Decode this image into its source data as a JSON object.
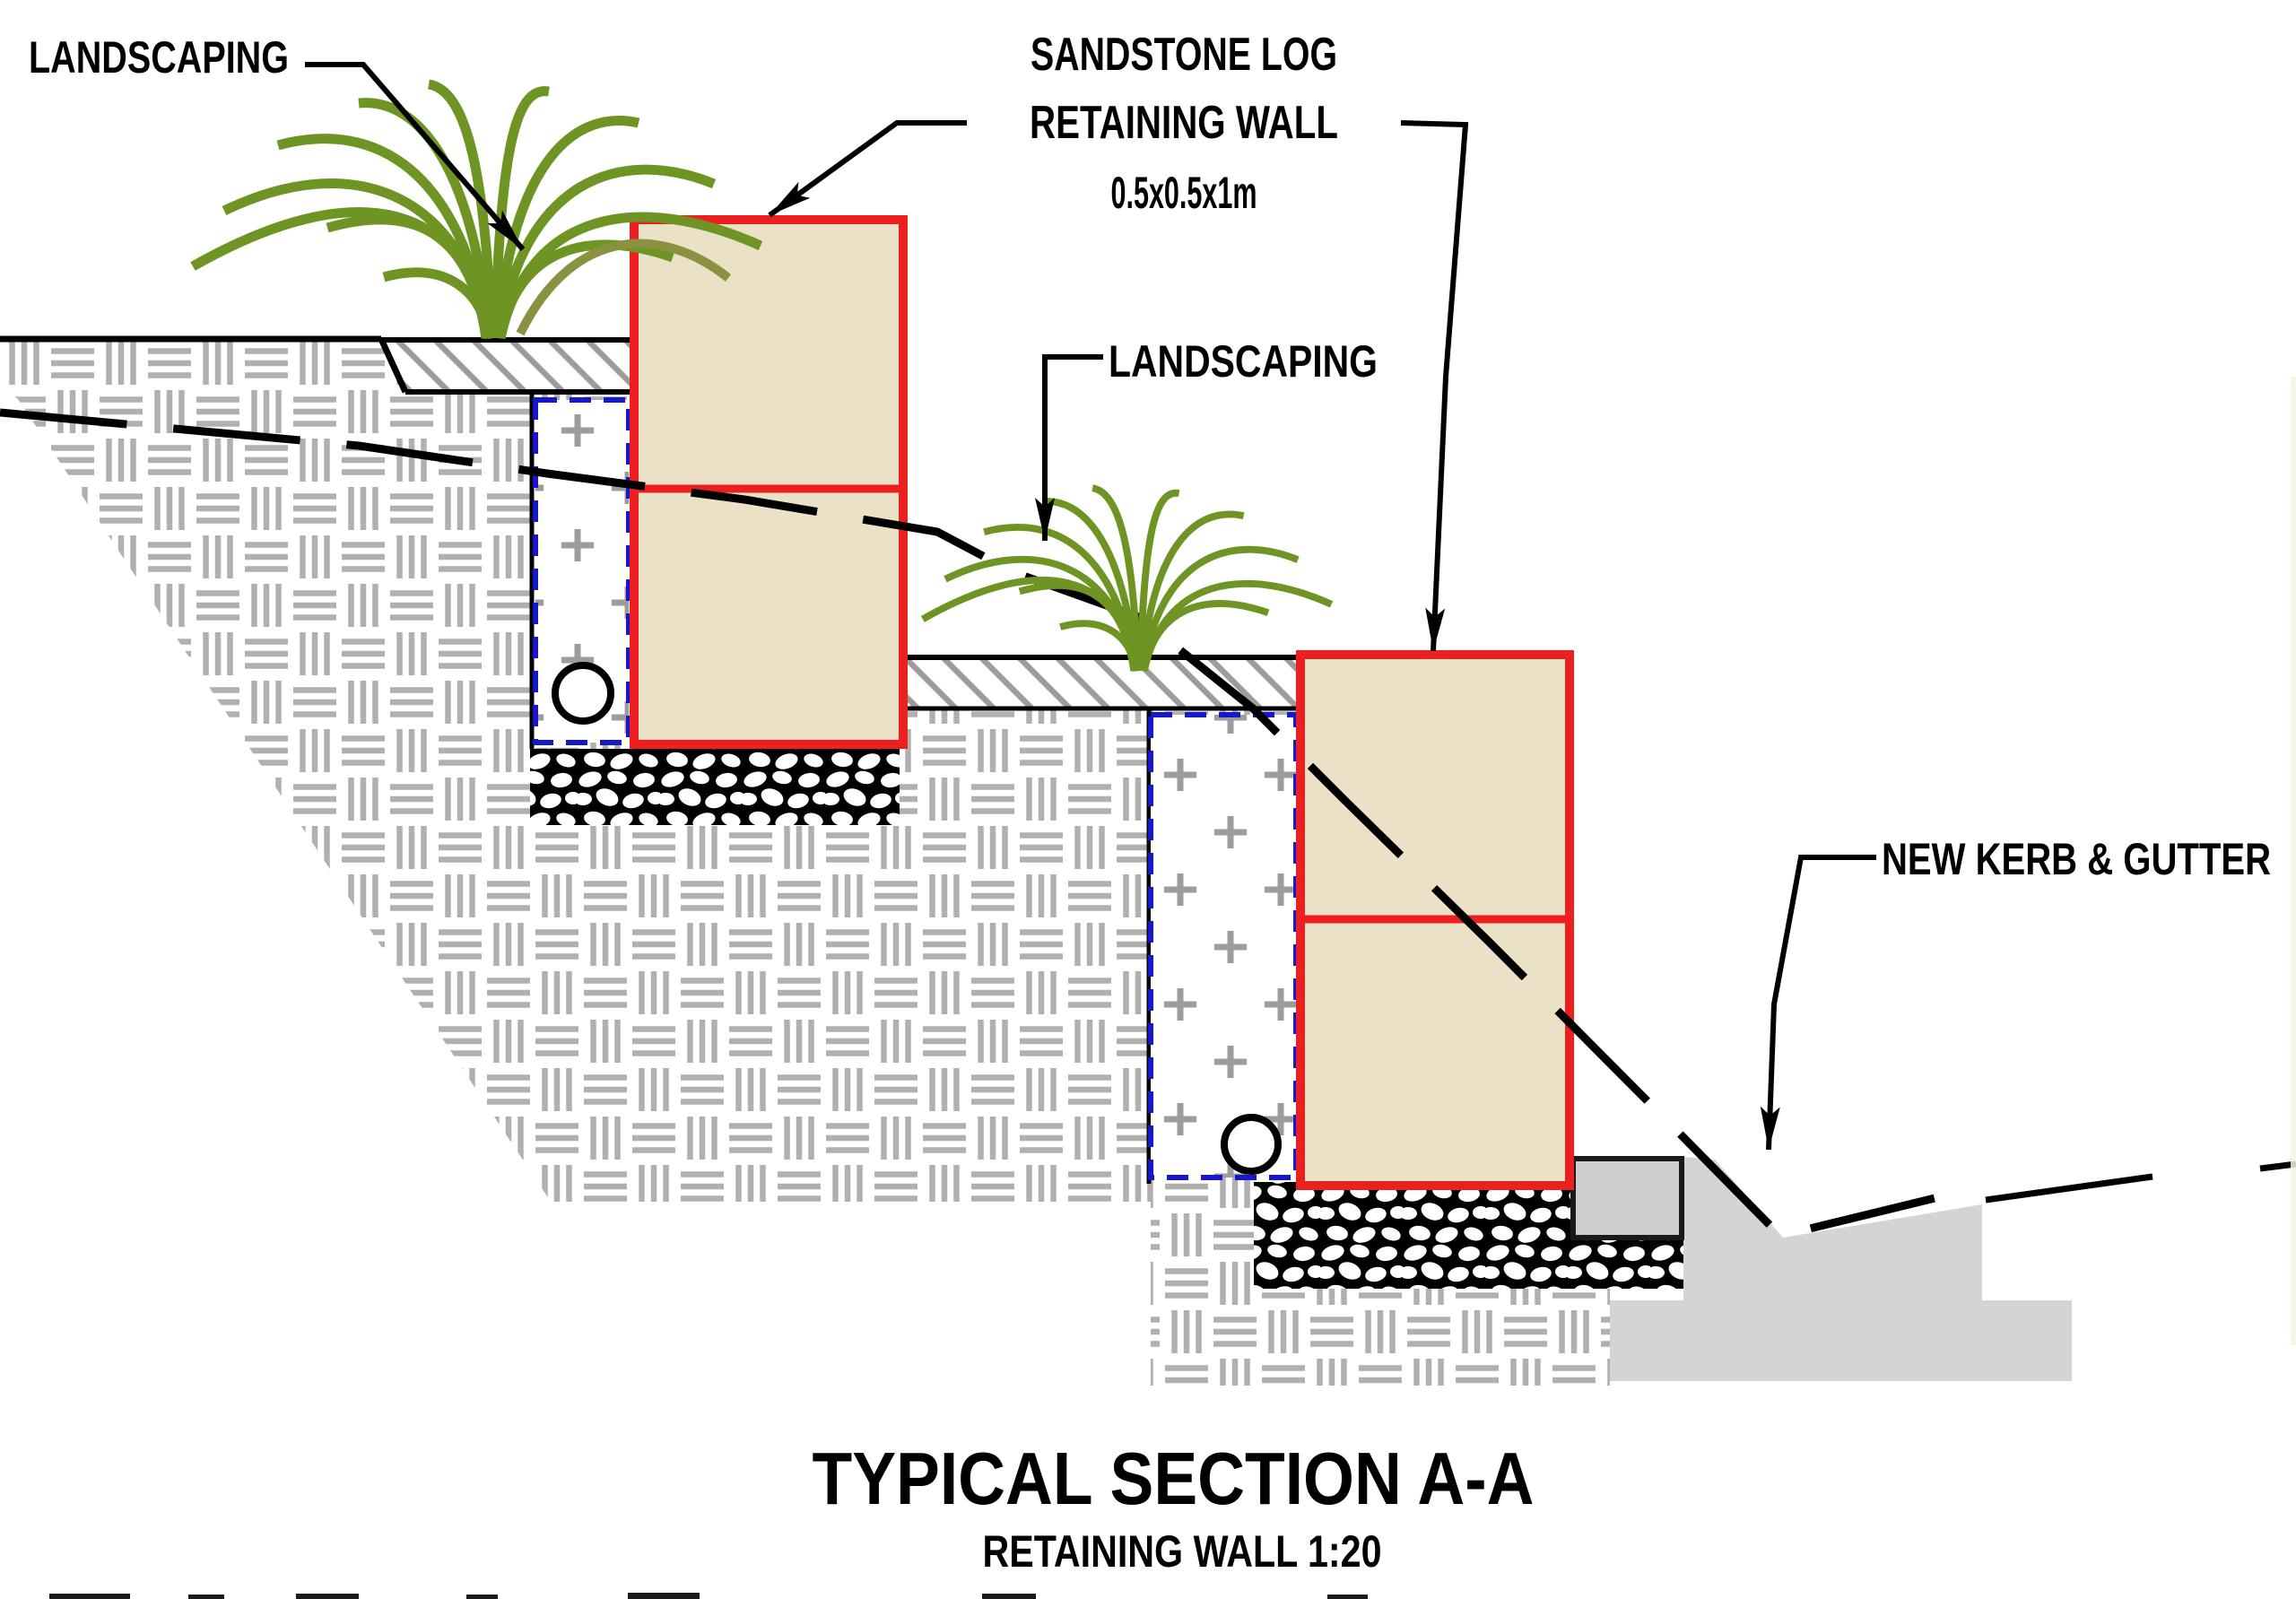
{
  "drawing": {
    "labels": {
      "landscaping_upper": "LANDSCAPING",
      "landscaping_middle": "LANDSCAPING",
      "sandstone_wall": {
        "line1": "SANDSTONE LOG",
        "line2": "RETAINING WALL",
        "line3": "0.5x0.5x1m"
      },
      "kerb_gutter": "NEW KERB & GUTTER"
    },
    "title": {
      "main": "TYPICAL SECTION A-A",
      "subtitle": "RETAINING WALL 1:20"
    },
    "colors": {
      "wall_outline_red": "#ee1f1f",
      "sandstone_fill": "#eae1c6",
      "drainage_outline_blue": "#1717cd",
      "grass_green": "#6e9423",
      "grass_olive": "#8a9140",
      "concrete_gray": "#d4d4d4",
      "kerb_block_gray": "#cfcfcf",
      "earth_hatch_gray": "#b0b0b0",
      "topsoil_hatch_gray": "#9c9c9c",
      "line_black": "#000000"
    }
  }
}
